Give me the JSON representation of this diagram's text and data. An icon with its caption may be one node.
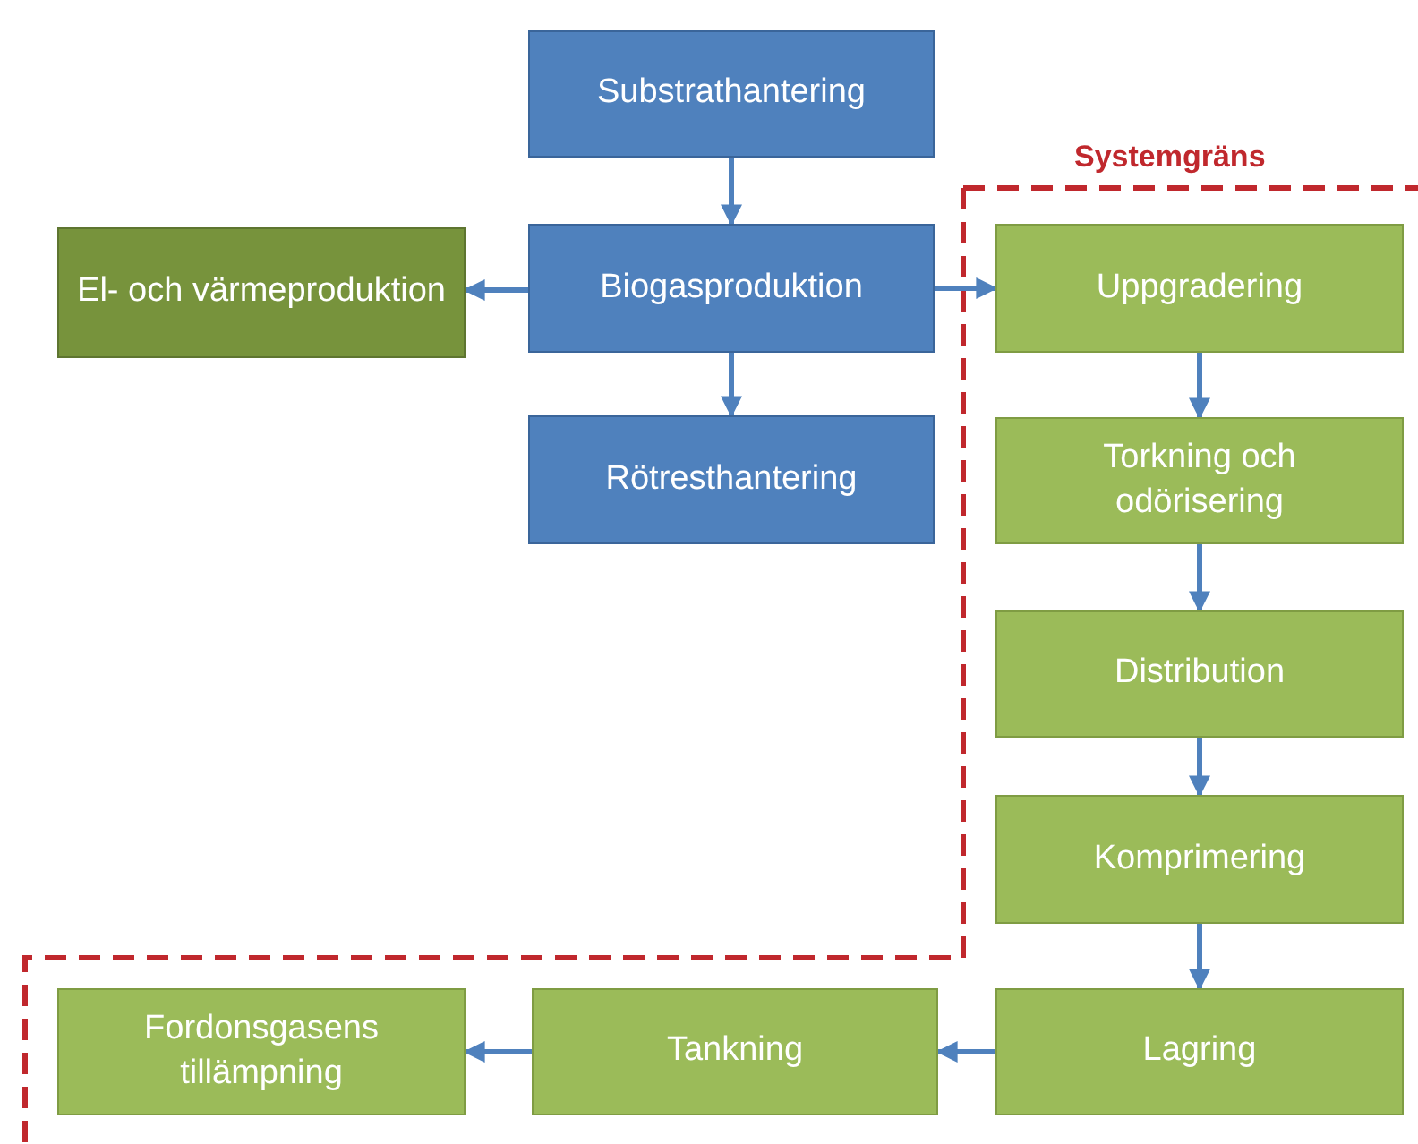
{
  "diagram": {
    "nodes": [
      {
        "text": [
          "Substrathantering"
        ]
      },
      {
        "text": [
          "Biogasproduktion"
        ]
      },
      {
        "text": [
          "Rötresthantering"
        ]
      },
      {
        "text": [
          "El- och värmeproduktion"
        ]
      },
      {
        "text": [
          "Uppgradering"
        ]
      },
      {
        "text": [
          "Torkning och odörisering"
        ]
      },
      {
        "text": [
          "Distribution"
        ]
      },
      {
        "text": [
          "Komprimering"
        ]
      },
      {
        "text": [
          "Lagring"
        ]
      },
      {
        "text": [
          "Tankning"
        ]
      },
      {
        "text": [
          "Fordonsgasens tillämpning"
        ]
      }
    ],
    "edges": [
      {
        "from": 0,
        "to": 1,
        "arrow": "to"
      },
      {
        "from": 1,
        "to": 3,
        "arrow": "to"
      },
      {
        "from": 1,
        "to": 2,
        "arrow": "to"
      },
      {
        "from": 1,
        "to": 4,
        "arrow": "to"
      },
      {
        "from": 4,
        "to": 5,
        "arrow": "to"
      },
      {
        "from": 5,
        "to": 6,
        "arrow": "to"
      },
      {
        "from": 6,
        "to": 7,
        "arrow": "to"
      },
      {
        "from": 7,
        "to": 8,
        "arrow": "to"
      },
      {
        "from": 8,
        "to": 9,
        "arrow": "to"
      },
      {
        "from": 9,
        "to": 10,
        "arrow": "to"
      }
    ],
    "labels": [
      "Systemgräns"
    ]
  }
}
